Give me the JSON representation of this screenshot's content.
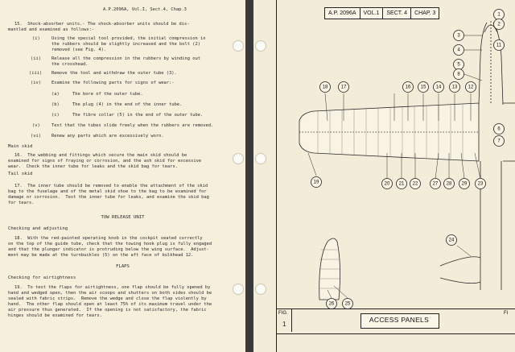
{
  "left_page": {
    "header": "A.P.2096A, Vol.I, Sect.4, Chap.3",
    "para15": [
      "15.  Shock-absorber units.- The shock-absorber units should be dis-",
      "mantled and examined as follows:-"
    ],
    "items": [
      [
        "(i)",
        "Using the special tool provided, the initial compression in",
        "the rubbers should be slightly increased and the bolt (2)",
        "removed (see Fig. 4)."
      ],
      [
        "(ii)",
        "Release all the compression in the rubbers by winding out",
        "the crosshead."
      ],
      [
        "(iii)",
        "Remove the tool and withdraw the outer tube (3)."
      ],
      [
        "(iv)",
        "Examine the following parts for signs of wear:-"
      ],
      [
        "(a)",
        "The bore of the outer tube."
      ],
      [
        "(b)",
        "The plug (4) in the end of the inner tube."
      ],
      [
        "(c)",
        "The fibre collar (5) in the end of the outer tube."
      ],
      [
        "(v)",
        "Test that the tubes slide freely when the rubbers are removed."
      ],
      [
        "(vi)",
        "Renew any parts which are excessively worn."
      ]
    ],
    "main_skid_heading": "Main skid",
    "para16": [
      "16.  The webbing and fittings which secure the main skid should be",
      "examined for signs of fraying or corrosion, and the ash skid for excessive",
      "wear.  Check the inner tube for leaks and the skid bag for tears."
    ],
    "tail_skid_heading": "Tail skid",
    "para17": [
      "17.  The inner tube should be removed to enable the attachment of the skid",
      "bag to the fuselage and of the metal skid shoe to the bag to be examined for",
      "damage or corrosion.  Test the inner tube for leaks, and examine the skid bag",
      "for tears."
    ],
    "tow_release_heading": "TOW RELEASE UNIT",
    "checking_adjusting_heading": "Checking and adjusting",
    "para18": [
      "18.  With the red-painted operating knob in the cockpit seated correctly",
      "on the top of the guide tube, check that the towing hook plug is fully engaged",
      "and that the plunger indicator is protruding below the wing surface.  Adjust-",
      "ment may be made at the turnbuckles (5) on the aft face of bulkhead 12."
    ],
    "flaps_heading": "FLAPS",
    "checking_airtightness_heading": "Checking for airtightness",
    "para19": [
      "19.  To test the flaps for airtightness, one flap should be fully opened by",
      "hand and wedged open, then the air scoops and shutters on both sides should be",
      "sealed with fabric strips.  Remove the wedge and close the flap violently by",
      "hand.  The other flap should open at least 75% of its maximum travel under the",
      "air pressure thus generated.  If the opening is not satisfactory, the fabric",
      "hinges should be examined for tears."
    ]
  },
  "right_page": {
    "doc_ref": [
      "A.P. 2096A",
      "VOL.1",
      "SECT. 4",
      "CHAP. 3"
    ],
    "fig_label": "FIG.",
    "fig_number": "1",
    "caption": "ACCESS PANELS",
    "fig_right": "FI",
    "callouts": [
      "1",
      "2",
      "3",
      "4",
      "5",
      "6",
      "7",
      "8",
      "11",
      "12",
      "13",
      "14",
      "15",
      "16",
      "17",
      "18",
      "19",
      "20",
      "21",
      "22",
      "23",
      "24",
      "25",
      "26",
      "27",
      "28",
      "29"
    ]
  },
  "colors": {
    "paper_left": "#f6efdc",
    "paper_right": "#f3ecd8",
    "ink": "#2a2a2a",
    "background": "#2b2b2b"
  }
}
